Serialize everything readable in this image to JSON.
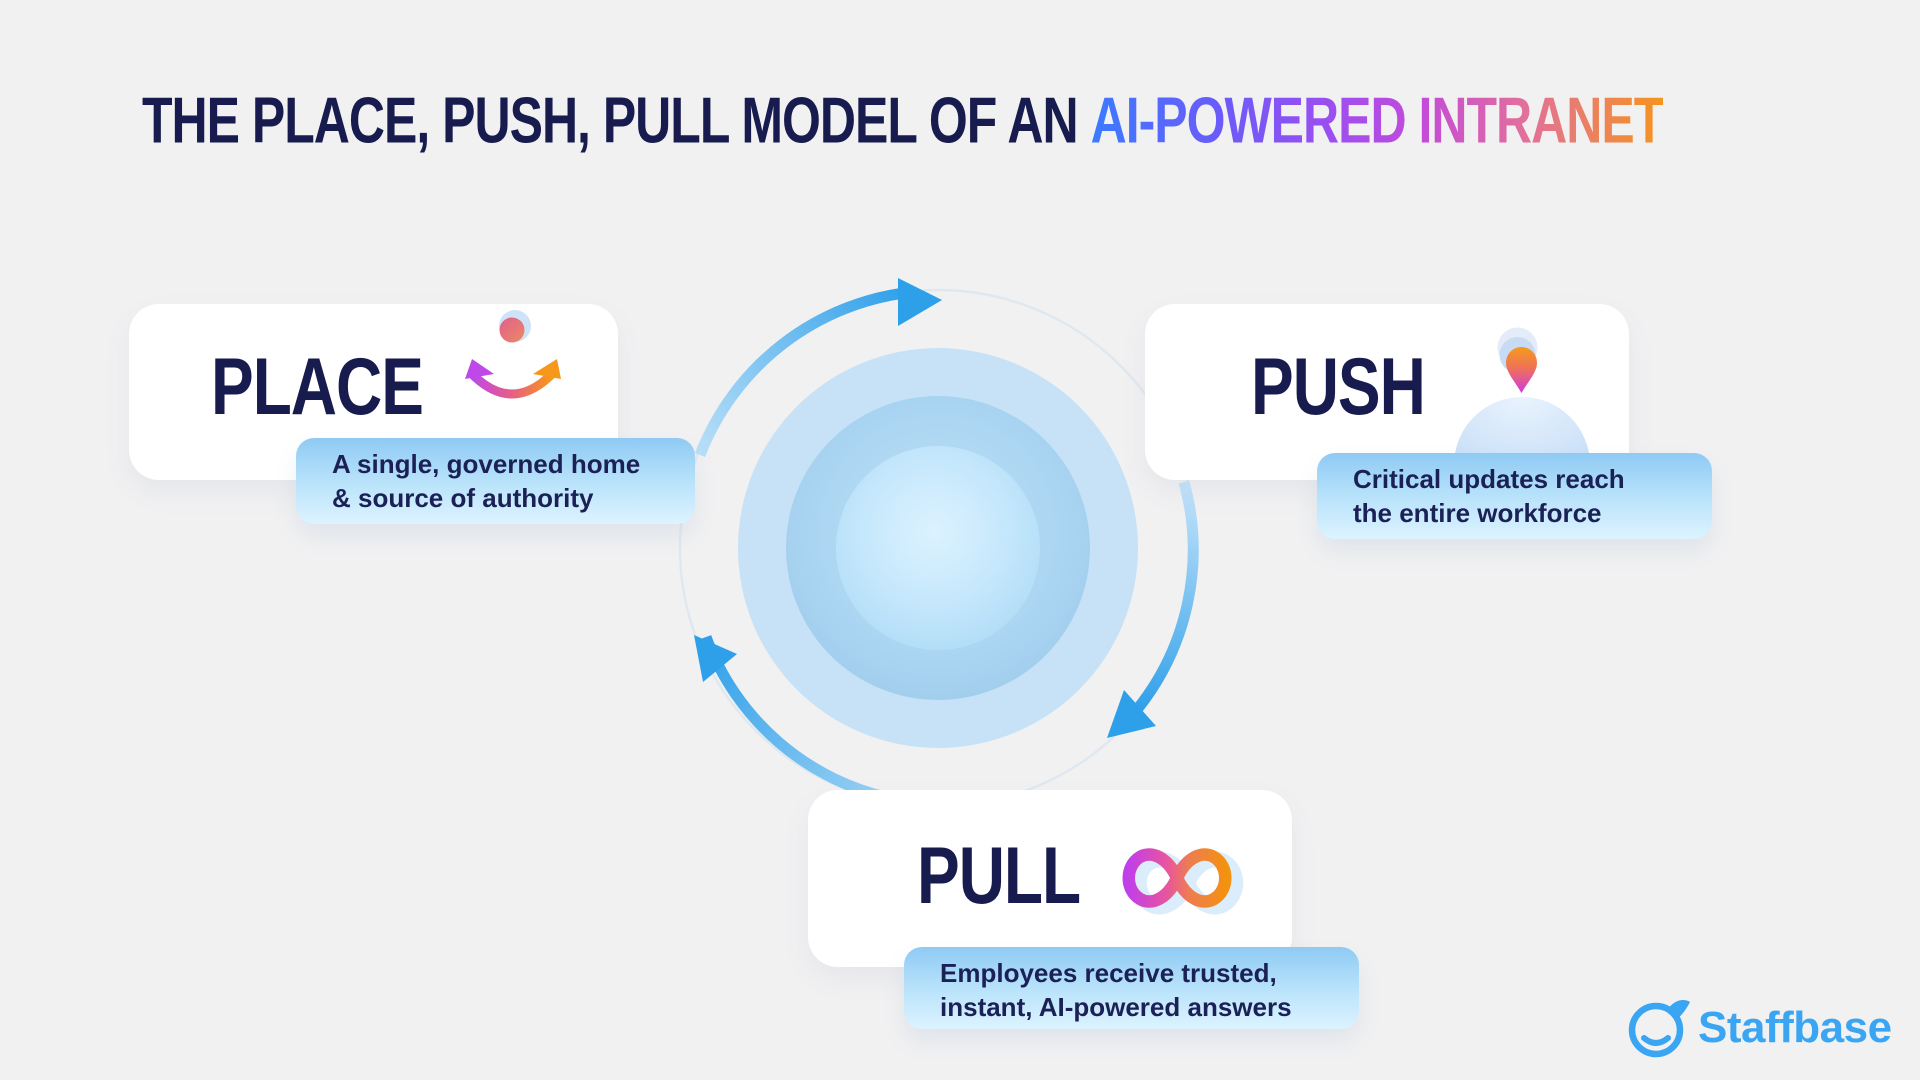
{
  "title": {
    "text_dark": "THE PLACE, PUSH, PULL MODEL OF AN",
    "text_gradient": "AI-POWERED INTRANET"
  },
  "cards": [
    {
      "label": "PLACE",
      "icon": "anchor-icon",
      "caption_line1": "A single, governed home",
      "caption_line2": "& source of authority"
    },
    {
      "label": "PUSH",
      "icon": "location-pin-icon",
      "caption_line1": "Critical updates reach",
      "caption_line2": "the entire workforce"
    },
    {
      "label": "PULL",
      "icon": "infinity-icon",
      "caption_line1": "Employees receive trusted,",
      "caption_line2": "instant, AI-powered answers"
    }
  ],
  "diagram": {
    "type": "clockwise-cycle",
    "arrow_color": "#2E9FE9",
    "circle_colors": [
      "#C7E2F6",
      "#A9D4F1",
      "#C6E8FC"
    ]
  },
  "logo": {
    "text": "Staffbase",
    "color": "#3AA5F2"
  },
  "colors": {
    "background": "#F1F1F2",
    "navy": "#171B4E",
    "title_gradient": [
      "#3B7BFF",
      "#9D4EF0",
      "#E2709B",
      "#F5941E"
    ],
    "bubble_gradient": [
      "#8FCAF4",
      "#DDF3FF"
    ]
  }
}
